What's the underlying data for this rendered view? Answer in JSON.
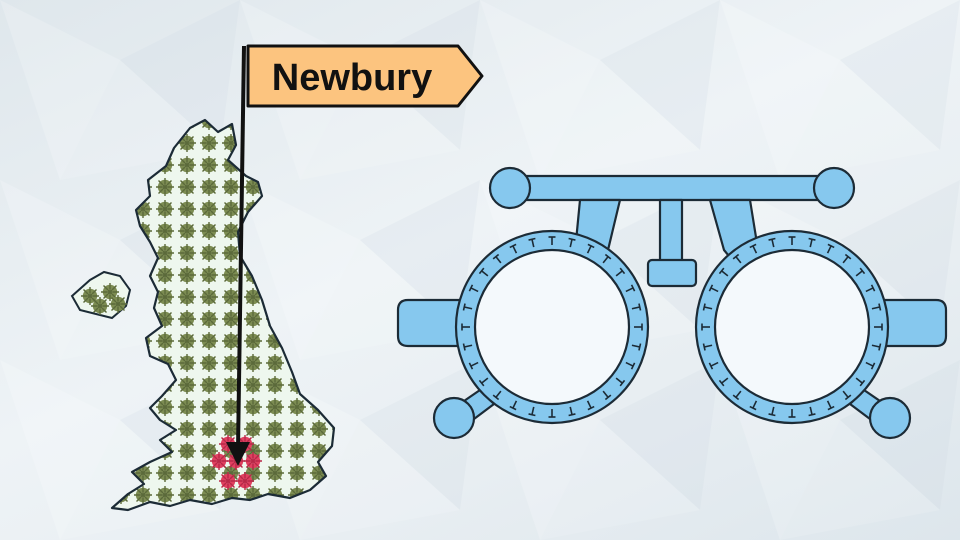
{
  "location_sign": {
    "label": "Newbury"
  },
  "colors": {
    "sign_fill": "#fcc47f",
    "map_fill": "#eef7ee",
    "virus_dots": "#7c8c52",
    "highlight_dots": "#e04060",
    "trial_frame": "#86c8ee",
    "outline": "#1c2b36"
  },
  "icons": {
    "map": "great-britain-map",
    "frame": "optometrist-trial-frame"
  }
}
